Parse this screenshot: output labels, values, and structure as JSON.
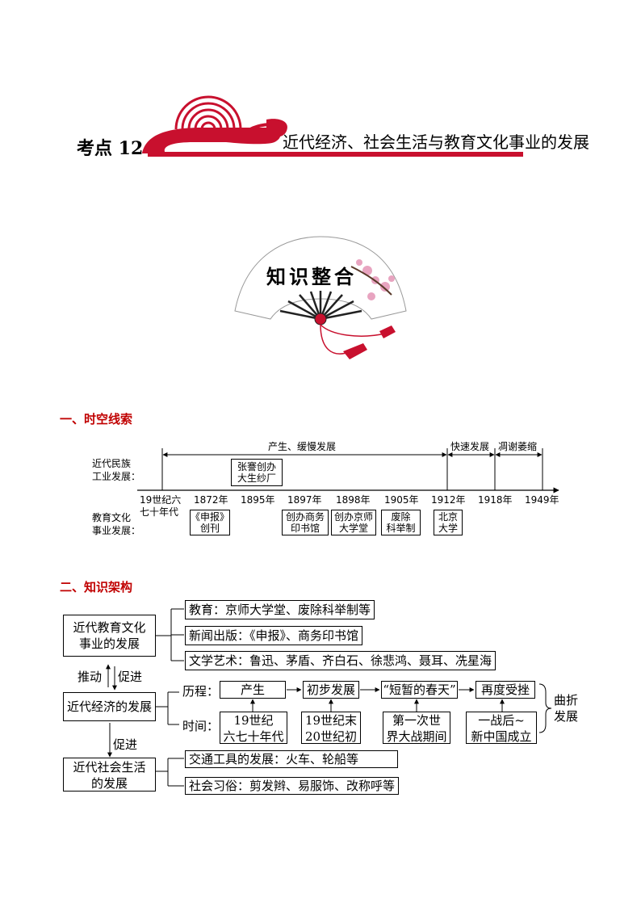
{
  "header": {
    "label": "考点 12",
    "title": "近代经济、社会生活与教育文化事业的发展"
  },
  "fan": {
    "calligraphy": "知识整合"
  },
  "section1": {
    "title": "一、时空线索",
    "row_label_top": [
      "近代民族",
      "工业发展："
    ],
    "row_label_bottom": [
      "教育文化",
      "事业发展："
    ],
    "periods": [
      "产生、缓慢发展",
      "快速发展",
      "凋谢萎缩"
    ],
    "ticks": [
      "19世纪六",
      "1872年",
      "1895年",
      "1897年",
      "1898年",
      "1905年",
      "1912年",
      "1918年",
      "1949年"
    ],
    "tick_extra": "七十年代",
    "industry_event": [
      "张謇创办",
      "大生纱厂"
    ],
    "culture_events": [
      [
        "《申报》",
        "创刊"
      ],
      [
        "创办商务",
        "印书馆"
      ],
      [
        "创办京师",
        "大学堂"
      ],
      [
        "废除",
        "科举制"
      ],
      [
        "北京",
        "大学"
      ]
    ]
  },
  "section2": {
    "title": "二、知识架构",
    "nodes": {
      "education": [
        "近代教育文化",
        "事业的发展"
      ],
      "economy": "近代经济的发展",
      "society": [
        "近代社会生活",
        "的发展"
      ]
    },
    "education_items": [
      "教育：京师大学堂、废除科举制等",
      "新闻出版：《申报》、商务印书馆",
      "文学艺术：鲁迅、茅盾、齐白石、徐悲鸿、聂耳、冼星海"
    ],
    "link_up": "推动",
    "link_down": "促进",
    "link_society": "促进",
    "process_label": "历程：",
    "time_label": "时间：",
    "stages": [
      "产生",
      "初步发展",
      "“短暂的春天”",
      "再度受挫"
    ],
    "times": [
      [
        "19世纪",
        "六七十年代"
      ],
      [
        "19世纪末",
        "20世纪初"
      ],
      [
        "第一次世",
        "界大战期间"
      ],
      [
        "一战后~",
        "新中国成立"
      ]
    ],
    "zigzag": [
      "曲折",
      "发展"
    ],
    "society_items": [
      "交通工具的发展：火车、轮船等",
      "社会习俗：剪发辫、易服饰、改称呼等"
    ]
  }
}
